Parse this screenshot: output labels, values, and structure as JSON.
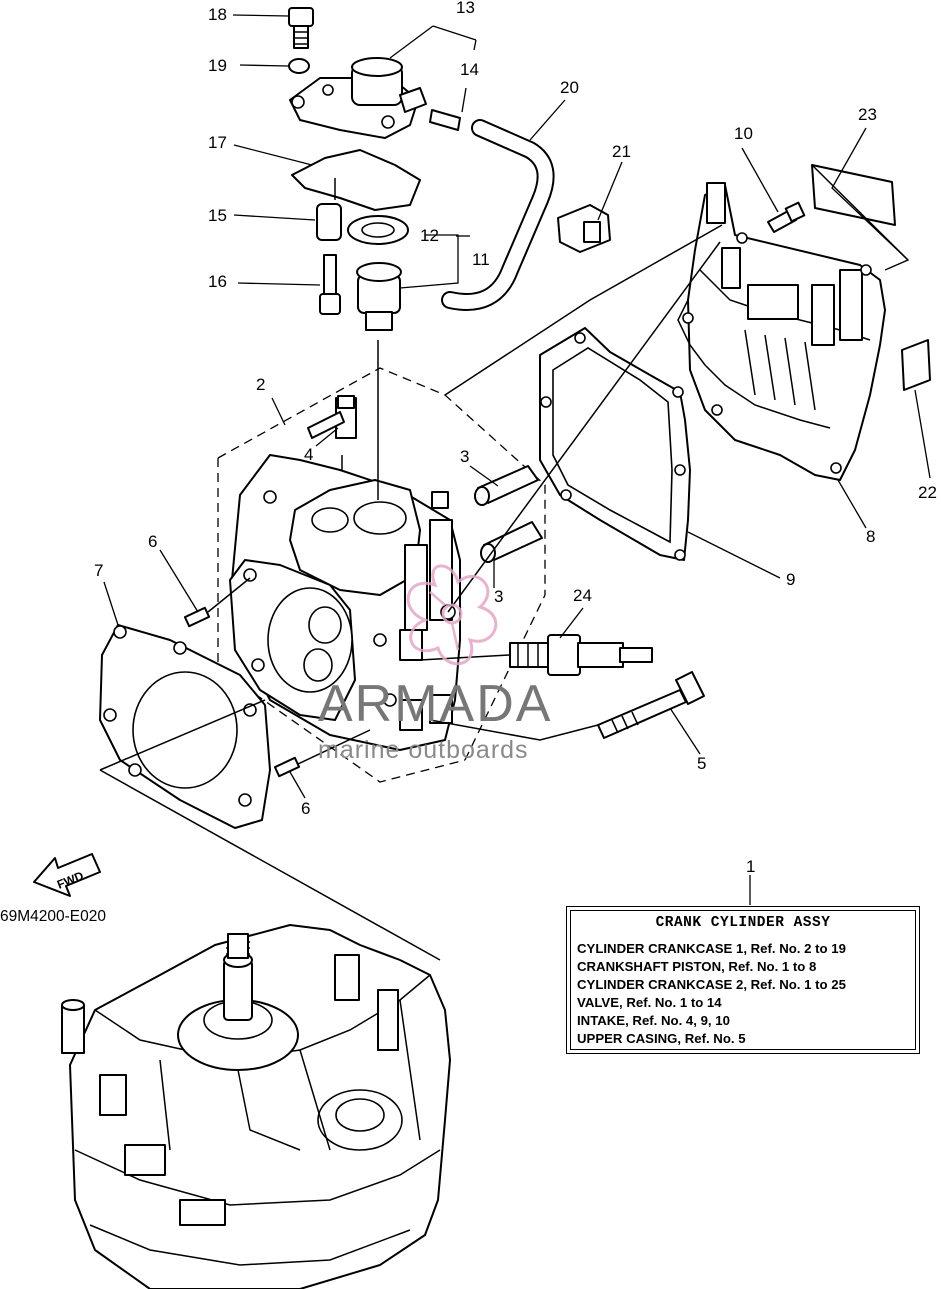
{
  "diagram_code": "69M4200-E020",
  "fwd_label": "FWD",
  "callouts": [
    {
      "key": "c1",
      "label": "1"
    },
    {
      "key": "c2",
      "label": "2"
    },
    {
      "key": "c3a",
      "label": "3"
    },
    {
      "key": "c3b",
      "label": "3"
    },
    {
      "key": "c4",
      "label": "4"
    },
    {
      "key": "c5",
      "label": "5"
    },
    {
      "key": "c6a",
      "label": "6"
    },
    {
      "key": "c6b",
      "label": "6"
    },
    {
      "key": "c7",
      "label": "7"
    },
    {
      "key": "c8",
      "label": "8"
    },
    {
      "key": "c9",
      "label": "9"
    },
    {
      "key": "c10",
      "label": "10"
    },
    {
      "key": "c11",
      "label": "11"
    },
    {
      "key": "c12",
      "label": "12"
    },
    {
      "key": "c13",
      "label": "13"
    },
    {
      "key": "c14",
      "label": "14"
    },
    {
      "key": "c15",
      "label": "15"
    },
    {
      "key": "c16",
      "label": "16"
    },
    {
      "key": "c17",
      "label": "17"
    },
    {
      "key": "c18",
      "label": "18"
    },
    {
      "key": "c19",
      "label": "19"
    },
    {
      "key": "c20",
      "label": "20"
    },
    {
      "key": "c21",
      "label": "21"
    },
    {
      "key": "c22",
      "label": "22"
    },
    {
      "key": "c23",
      "label": "23"
    },
    {
      "key": "c24",
      "label": "24"
    }
  ],
  "assembly_box": {
    "title": "CRANK CYLINDER ASSY",
    "lines": [
      "CYLINDER CRANKCASE 1, Ref. No. 2 to 19",
      "CRANKSHAFT PISTON,        Ref. No. 1 to 8",
      "CYLINDER CRANKCASE 2, Ref. No. 1 to 25",
      "VALVE,   Ref. No. 1 to 14",
      "INTAKE, Ref. No. 4, 9, 10",
      "UPPER CASING, Ref. No. 5"
    ]
  },
  "watermark": {
    "brand": "ARMADA",
    "tagline": "marine outboards",
    "brand_color": "#777777",
    "logo_color": "#e4a6c6"
  }
}
